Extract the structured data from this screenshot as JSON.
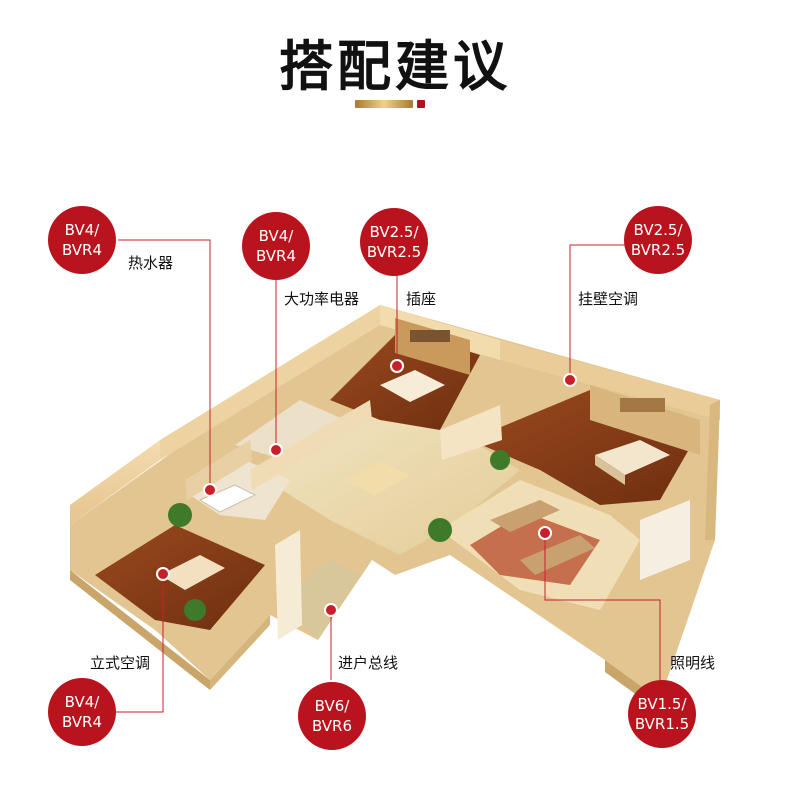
{
  "title": "搭配建议",
  "colors": {
    "accent_red": "#b9141e",
    "gold": "#c9a253"
  },
  "callouts": [
    {
      "id": "water-heater",
      "spec_top": "BV4/",
      "spec_bottom": "BVR4",
      "label": "热水器"
    },
    {
      "id": "high-power",
      "spec_top": "BV4/",
      "spec_bottom": "BVR4",
      "label": "大功率电器"
    },
    {
      "id": "socket",
      "spec_top": "BV2.5/",
      "spec_bottom": "BVR2.5",
      "label": "插座"
    },
    {
      "id": "wall-ac",
      "spec_top": "BV2.5/",
      "spec_bottom": "BVR2.5",
      "label": "挂壁空调"
    },
    {
      "id": "floor-ac",
      "spec_top": "BV4/",
      "spec_bottom": "BVR4",
      "label": "立式空调"
    },
    {
      "id": "entry-main",
      "spec_top": "BV6/",
      "spec_bottom": "BVR6",
      "label": "进户总线"
    },
    {
      "id": "lighting",
      "spec_top": "BV1.5/",
      "spec_bottom": "BVR1.5",
      "label": "照明线"
    }
  ]
}
